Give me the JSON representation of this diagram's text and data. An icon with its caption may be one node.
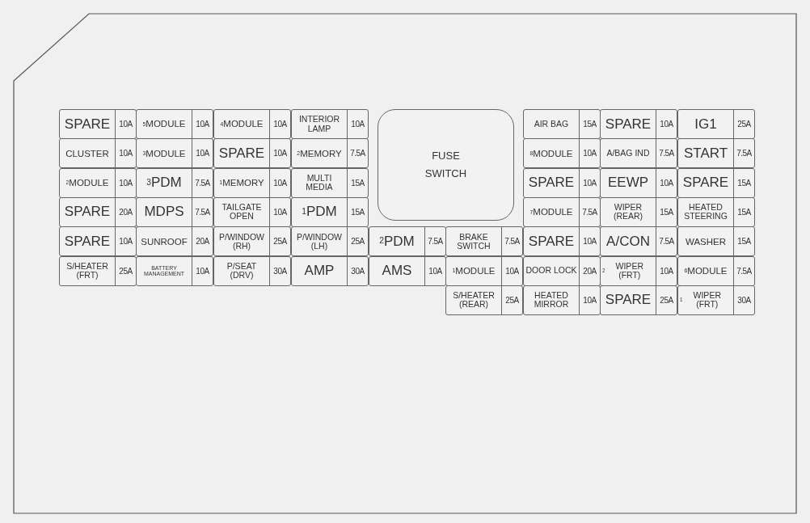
{
  "diagram": {
    "nodes": [
      {
        "text": [
          "SPARE",
          "10A"
        ]
      },
      {
        "text": [
          "$^{5}$MODULE",
          "10A"
        ]
      },
      {
        "text": [
          "$^{4}$MODULE",
          "10A"
        ]
      },
      {
        "text": [
          "INTERIOR LAMP",
          "10A"
        ]
      },
      {
        "text": [
          "FUSE SWITCH"
        ]
      },
      {
        "text": [
          "AIR BAG",
          "15A"
        ]
      },
      {
        "text": [
          "SPARE",
          "10A"
        ]
      },
      {
        "text": [
          "IG1",
          "25A"
        ]
      },
      {
        "text": [
          "CLUSTER",
          "10A"
        ]
      },
      {
        "text": [
          "$^{3}$MODULE",
          "10A"
        ]
      },
      {
        "text": [
          "SPARE",
          "10A"
        ]
      },
      {
        "text": [
          "$^{2}$MEMORY",
          "7.5A"
        ]
      },
      {
        "text": [
          "$^{8}$MODULE",
          "10A"
        ]
      },
      {
        "text": [
          "A/BAG IND",
          "7.5A"
        ]
      },
      {
        "text": [
          "START",
          "7.5A"
        ]
      },
      {
        "text": [
          "$^{2}$MODULE",
          "10A"
        ]
      },
      {
        "text": [
          "$^{3}$PDM",
          "7.5A"
        ]
      },
      {
        "text": [
          "$^{1}$MEMORY",
          "10A"
        ]
      },
      {
        "text": [
          "MULTI MEDIA",
          "15A"
        ]
      },
      {
        "text": [
          "SPARE",
          "10A"
        ]
      },
      {
        "text": [
          "EEWP",
          "10A"
        ]
      },
      {
        "text": [
          "SPARE",
          "15A"
        ]
      },
      {
        "text": [
          "SPARE",
          "20A"
        ]
      },
      {
        "text": [
          "MDPS",
          "7.5A"
        ]
      },
      {
        "text": [
          "TAILGATE OPEN",
          "10A"
        ]
      },
      {
        "text": [
          "$^{1}$PDM",
          "15A"
        ]
      },
      {
        "text": [
          "$^{7}$MODULE",
          "7.5A"
        ]
      },
      {
        "text": [
          "WIPER (REAR)",
          "15A"
        ]
      },
      {
        "text": [
          "HEATED STEERING",
          "15A"
        ]
      },
      {
        "text": [
          "SPARE",
          "10A"
        ]
      },
      {
        "text": [
          "SUNROOF",
          "20A"
        ]
      },
      {
        "text": [
          "P/WINDOW (RH)",
          "25A"
        ]
      },
      {
        "text": [
          "P/WINDOW (LH)",
          "25A"
        ]
      },
      {
        "text": [
          "$^{2}$PDM",
          "7.5A"
        ]
      },
      {
        "text": [
          "BRAKE SWITCH",
          "7.5A"
        ]
      },
      {
        "text": [
          "SPARE",
          "10A"
        ]
      },
      {
        "text": [
          "A/CON",
          "7.5A"
        ]
      },
      {
        "text": [
          "WASHER",
          "15A"
        ]
      },
      {
        "text": [
          "S/HEATER (FRT)",
          "25A"
        ]
      },
      {
        "text": [
          "BATTERY MANAGEMENT",
          "10A"
        ]
      },
      {
        "text": [
          "P/SEAT (DRV)",
          "30A"
        ]
      },
      {
        "text": [
          "AMP",
          "30A"
        ]
      },
      {
        "text": [
          "AMS",
          "10A"
        ]
      },
      {
        "text": [
          "$^{1}$MODULE",
          "10A"
        ]
      },
      {
        "text": [
          "DOOR LOCK",
          "20A"
        ]
      },
      {
        "text": [
          "$^{2}$WIPER (FRT)",
          "10A"
        ]
      },
      {
        "text": [
          "$^{6}$MODULE",
          "7.5A"
        ]
      },
      {
        "text": [
          "S/HEATER (REAR)",
          "25A"
        ]
      },
      {
        "text": [
          "HEATED MIRROR",
          "10A"
        ]
      },
      {
        "text": [
          "SPARE",
          "25A"
        ]
      },
      {
        "text": [
          "$^{1}$WIPER (FRT)",
          "30A"
        ]
      }
    ]
  }
}
